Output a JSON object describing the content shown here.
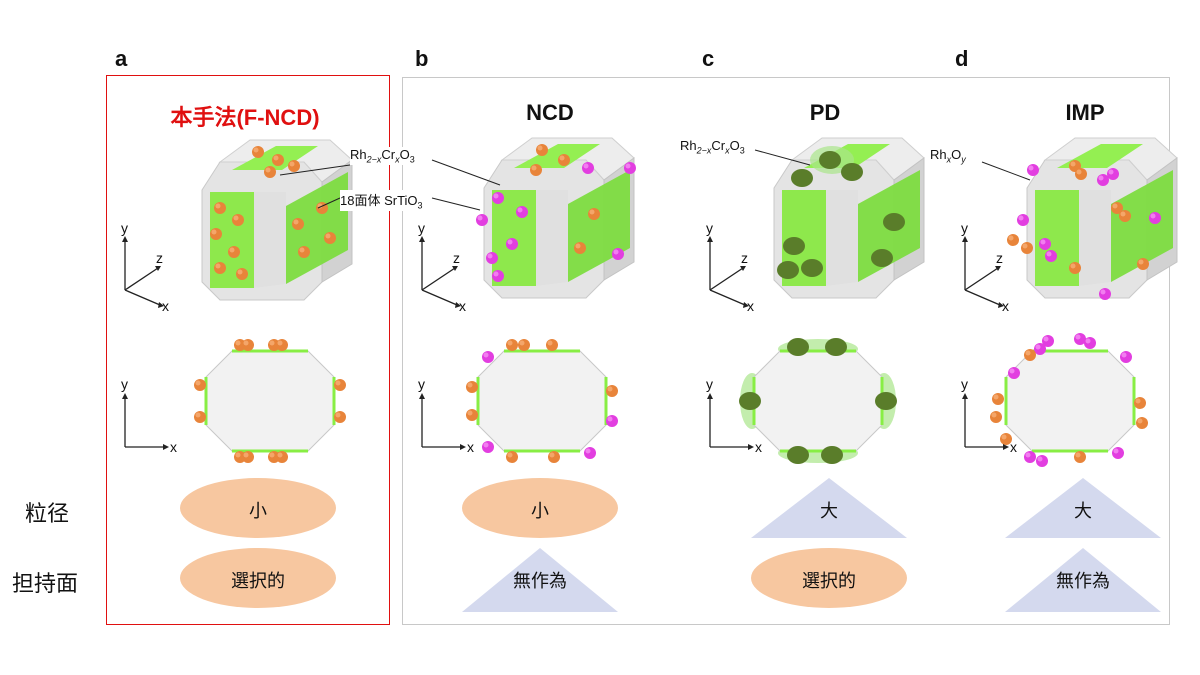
{
  "panels": {
    "a": {
      "letter": "a",
      "title": "本手法(F-NCD)",
      "size": "小",
      "face": "選択的"
    },
    "b": {
      "letter": "b",
      "title": "NCD",
      "size": "小",
      "face": "無作為"
    },
    "c": {
      "letter": "c",
      "title": "PD",
      "size": "大",
      "face": "選択的"
    },
    "d": {
      "letter": "d",
      "title": "IMP",
      "size": "大",
      "face": "無作為"
    }
  },
  "row_labels": {
    "size": "粒径",
    "face": "担持面"
  },
  "annotations": {
    "rh_main": "Rh",
    "rh_main_sub": "2−x",
    "cr": "Cr",
    "cr_sub": "x",
    "o": "O",
    "o_sub": "3",
    "substrate": "18面体 SrTiO",
    "substrate_sub": "3",
    "rhxoy_rh": "Rh",
    "rhxoy_sub1": "x",
    "rhxoy_o": "O",
    "rhxoy_sub2": "y"
  },
  "axes": {
    "x": "x",
    "y": "y",
    "z": "z"
  },
  "colors": {
    "highlight_red": "#e01010",
    "facet_green": "#88ee44",
    "cube_gray": "#dcdcdc",
    "orange_particle": "#e8843a",
    "magenta_particle": "#e23ee0",
    "olive_particle": "#5a7d2a",
    "peach_ellipse": "#f7c7a0",
    "lavender_triangle": "#d4d9ee"
  }
}
